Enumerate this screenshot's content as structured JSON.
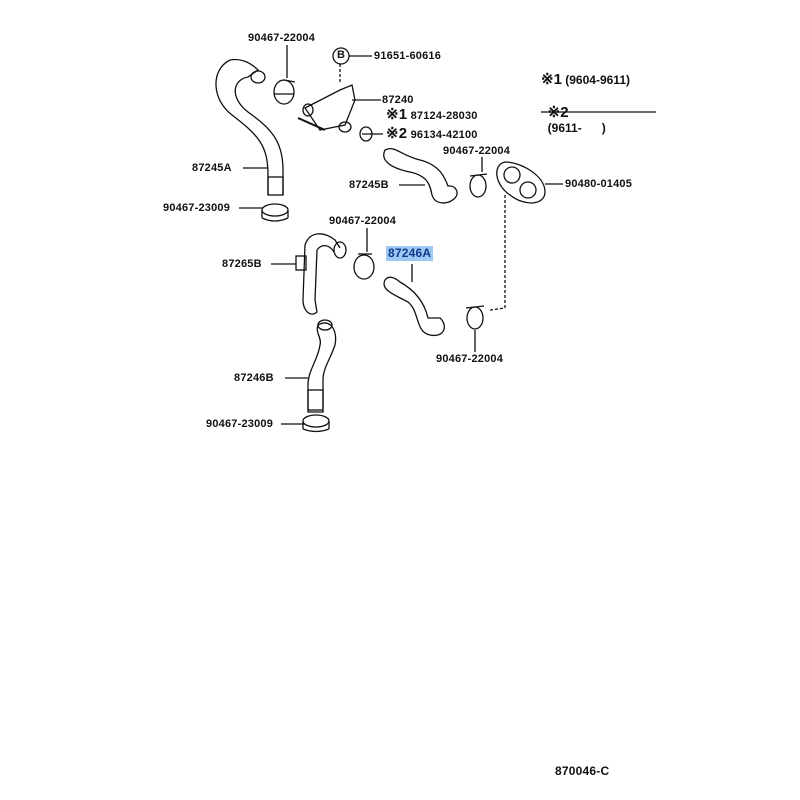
{
  "diagram_code": "870046-C",
  "legend": [
    {
      "mark": "※1",
      "range": "(9604-9611)"
    },
    {
      "mark": "※2",
      "range": "(9611-      )"
    }
  ],
  "bolt_callout": "B",
  "parts": {
    "clamp_top": "90467-22004",
    "bolt": "91651-60616",
    "valve": "87240",
    "variant1_mark": "※1",
    "variant1_part": "87124-28030",
    "variant2_mark": "※2",
    "variant2_part": "96134-42100",
    "hose_a": "87245A",
    "hose_b": "87245B",
    "clamp_mid_right": "90467-22004",
    "grommet": "90480-01405",
    "clamp_left_upper": "90467-23009",
    "clamp_center": "90467-22004",
    "hose_246a": "87246A",
    "hose_265b": "87265B",
    "clamp_lower_right": "90467-22004",
    "hose_246b": "87246B",
    "clamp_left_lower": "90467-23009"
  }
}
